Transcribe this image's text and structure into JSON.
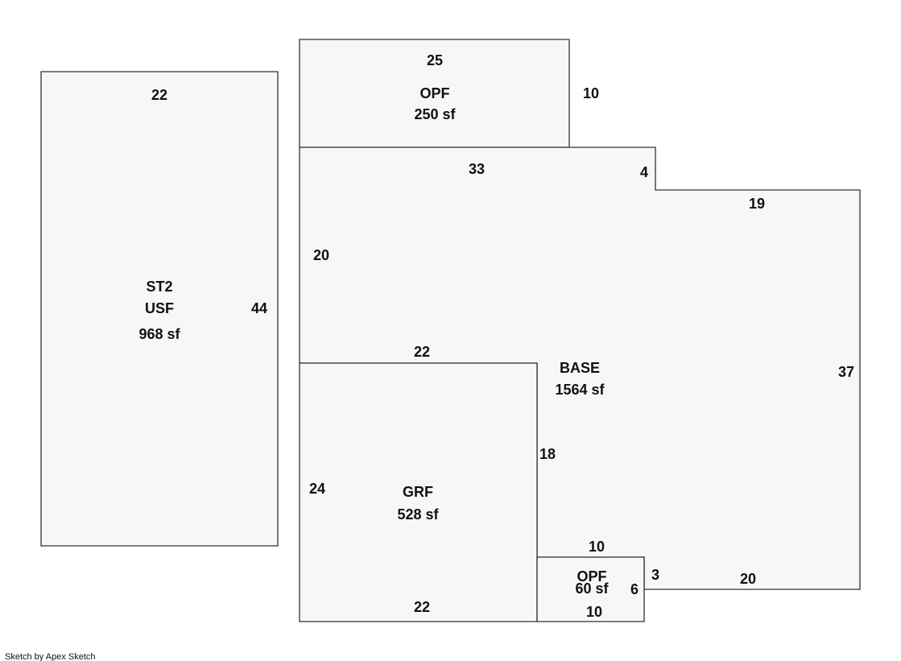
{
  "areas": {
    "st2": {
      "name": "ST2",
      "type": "USF",
      "area": "968 sf"
    },
    "opf_top": {
      "name": "OPF",
      "area": "250 sf"
    },
    "base": {
      "name": "BASE",
      "area": "1564 sf"
    },
    "grf": {
      "name": "GRF",
      "area": "528 sf"
    },
    "opf_small": {
      "name": "OPF",
      "area": "60 sf"
    }
  },
  "dimensions": {
    "st2_top": "22",
    "st2_right": "44",
    "opf_top_top": "25",
    "opf_top_right": "10",
    "base_top": "33",
    "base_step": "4",
    "base_top_right": "19",
    "base_left": "20",
    "base_right": "37",
    "grf_top": "22",
    "grf_left": "24",
    "grf_right": "18",
    "grf_bottom": "22",
    "opf_small_top": "10",
    "opf_small_bottom": "10",
    "opf_small_right": "6",
    "base_bottom_step": "3",
    "base_bottom": "20"
  },
  "footer": "Sketch by Apex Sketch"
}
